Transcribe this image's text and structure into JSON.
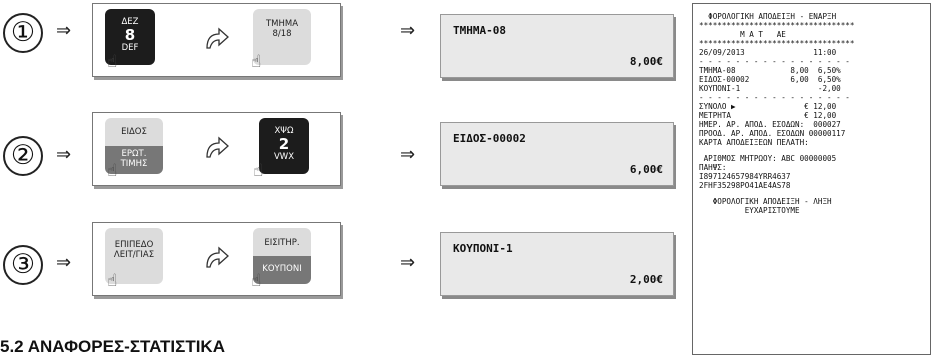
{
  "rows": [
    {
      "step": "①",
      "key1": {
        "lines": [
          "ΔΕΖ",
          "8",
          "DEF"
        ],
        "style": "dark"
      },
      "key2": {
        "lines": [
          "ΤΜΗΜΑ",
          "8/18"
        ],
        "style": "light"
      },
      "display": {
        "line1": "ΤΜΗΜΑ-08",
        "line2": "8,00€"
      }
    },
    {
      "step": "②",
      "key1": {
        "top": "ΕΙΔΟΣ",
        "bottom": "ΕΡΩΤ.\nΤΙΜΗΣ",
        "style": "split"
      },
      "key2": {
        "lines": [
          "ΧΨΩ",
          "2",
          "VWX"
        ],
        "style": "dark"
      },
      "display": {
        "line1": "ΕΙΔΟΣ-00002",
        "line2": "6,00€"
      }
    },
    {
      "step": "③",
      "key1": {
        "lines": [
          "ΕΠΙΠΕΔΟ",
          "ΛΕΙΤ/ΓΙΑΣ"
        ],
        "style": "light"
      },
      "key2": {
        "top": "ΕΙΣΙΤΗΡ.",
        "bottom": "ΚΟΥΠΟΝΙ",
        "style": "split"
      },
      "display": {
        "line1": "ΚΟΥΠΟΝΙ-1",
        "line2": "2,00€"
      }
    }
  ],
  "implies_symbol": "⇒",
  "icons": {
    "hand": "pointing-hand-icon",
    "arrow": "curved-arrow-icon"
  },
  "receipt": {
    "lines": [
      "  ΦΟΡΟΛΟΓΙΚΗ ΑΠΟΔΕΙΞΗ - ΕΝΑΡΞΗ",
      "**********************************",
      "         Μ Α Τ   ΑΕ",
      "**********************************",
      "26/09/2013               11:00",
      "- - - - - - - - - - - - - - - - -",
      "ΤΜΗΜΑ-08            8,00  6,50%",
      "ΕΙΔΟΣ-00002         6,00  6,50%",
      "ΚΟΥΠΟΝΙ-1                 -2,00",
      "- - - - - - - - - - - - - - - - -",
      "ΣΥΝΟΛΟ ▶               € 12,00",
      "ΜΕΤΡΗΤΑ                € 12,00",
      "ΗΜΕΡ. ΑΡ. ΑΠΟΔ. ΕΣΟΔΩΝ:  000027",
      "ΠΡΟΟΔ. ΑΡ. ΑΠΟΔ. ΕΣΟΔΩΝ 00000117",
      "ΚΑΡΤΑ ΑΠΟΔΕΙΞΕΩΝ ΠΕΛΑΤΗ:",
      "",
      " ΑΡΙΘΜΟΣ ΜΗΤΡΩΟΥ: ABC 00000005",
      "ΠΑΗΨΣ:",
      "I897124657984YRR4637",
      "2FHF35298PO41AE4AS78",
      "",
      "   ΦΟΡΟΛΟΓΙΚΗ ΑΠΟΔΕΙΞΗ - ΛΗΞΗ",
      "          ΕΥΧΑΡΙΣΤΟΥΜΕ"
    ]
  },
  "heading": "5.2 ΑΝΑΦΟΡΕΣ-ΣΤΑΤΙΣΤΙΚΑ"
}
